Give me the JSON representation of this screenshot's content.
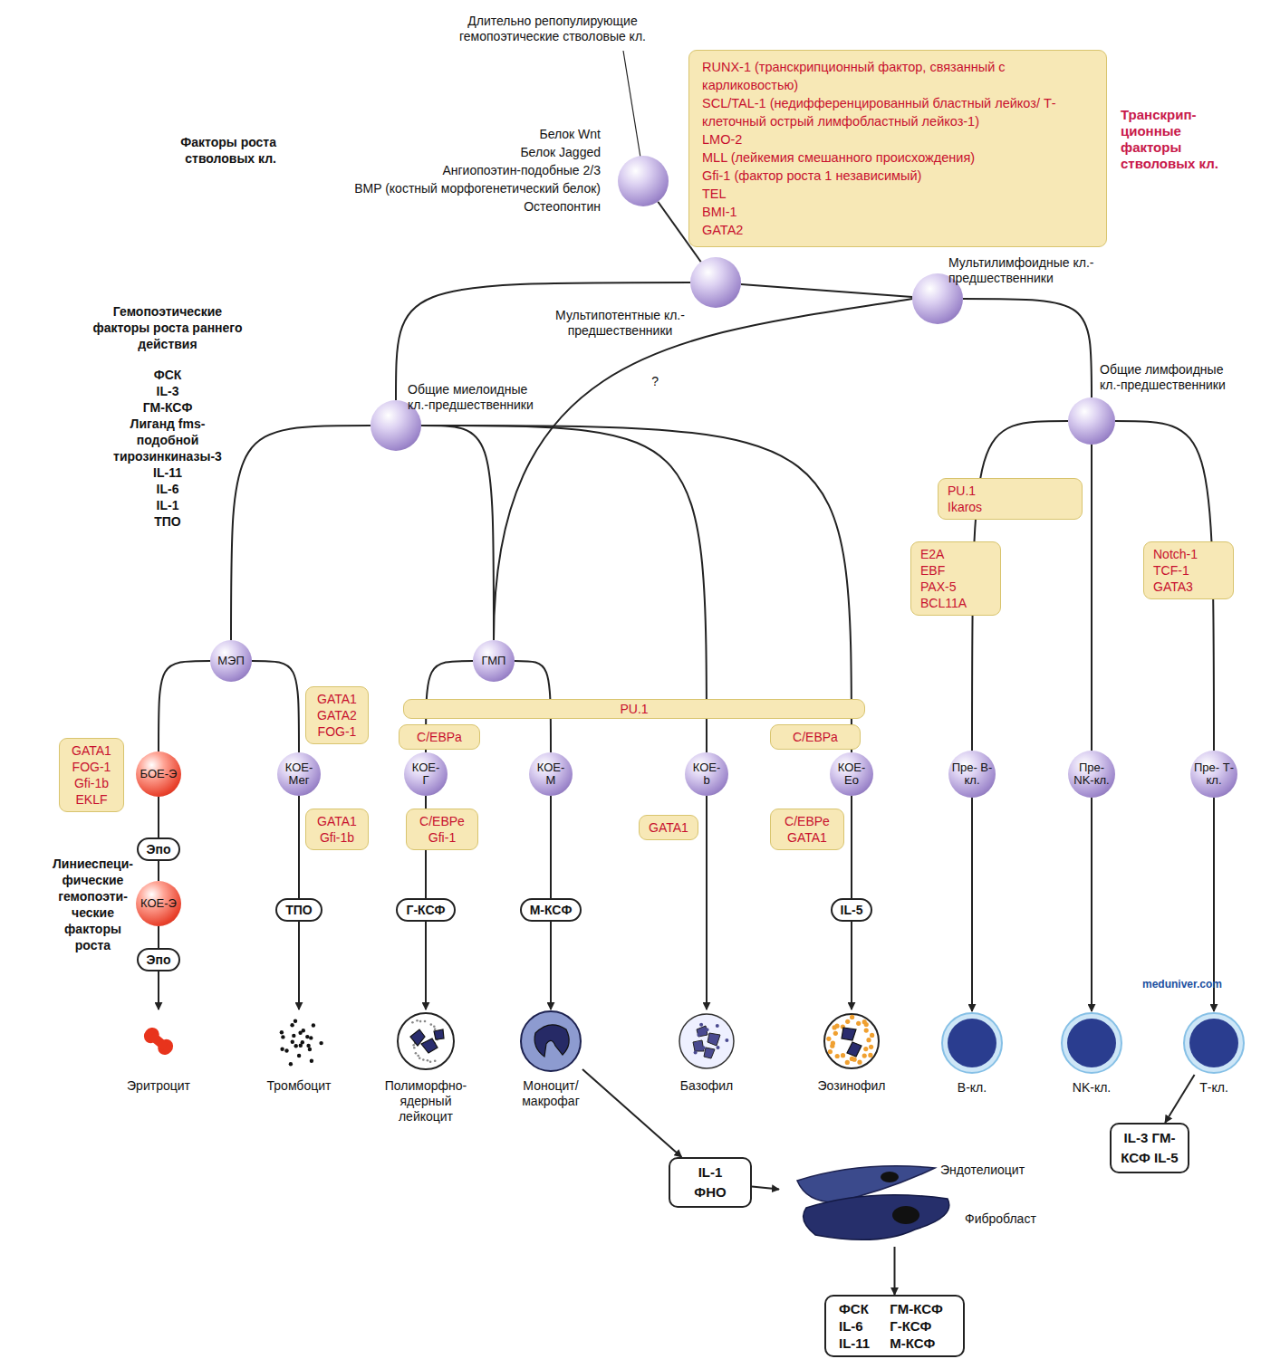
{
  "diagram": {
    "nodes": [
      {
        "text": [
          "Длительно репопулирующие гемопоэтические стволовые кл."
        ]
      },
      {
        "text": [
          "Транскрип- ционные факторы стволовых кл.",
          "RUNX-1 (транскрипционный фактор, связанный с карликовостью)",
          "SCL/TAL-1 (недифференцированный бластный лейкоз/ Т-клеточный острый лимфобластный лейкоз-1)",
          "LMO-2",
          "MLL (лейкемия смешанного происхождения)",
          "Gfi-1 (фактор роста 1 независимый)",
          "TEL",
          "BMI-1",
          "GATA2"
        ]
      },
      {
        "text": [
          "Мультипотентные кл.-предшественники"
        ]
      },
      {
        "text": [
          "Мультилимфоидные кл.-предшественники"
        ]
      },
      {
        "text": [
          "Общие миелоидные кл.-предшественники"
        ]
      },
      {
        "text": [
          "Общие лимфоидные кл.-предшественники"
        ]
      },
      {
        "text": [
          "МЭП"
        ]
      },
      {
        "text": [
          "ГМП"
        ]
      },
      {
        "text": [
          "БОЕ-Э"
        ]
      },
      {
        "text": [
          "GATA1 FOG-1 Gfi-1b EKLF"
        ]
      },
      {
        "text": [
          "Эпо"
        ]
      },
      {
        "text": [
          "КОЕ-Э"
        ]
      },
      {
        "text": [
          "Эпо"
        ]
      },
      {
        "text": [
          "Эритроцит"
        ]
      },
      {
        "text": [
          "КОЕ- Мег"
        ]
      },
      {
        "text": [
          "GATA1 GATA2 FOG-1"
        ]
      },
      {
        "text": [
          "GATA1 Gfi-1b"
        ]
      },
      {
        "text": [
          "ТПО"
        ]
      },
      {
        "text": [
          "Тромбоцит"
        ]
      },
      {
        "text": [
          "PU.1"
        ]
      },
      {
        "text": [
          "C/EBPa"
        ]
      },
      {
        "text": [
          "КОЕ- Г"
        ]
      },
      {
        "text": [
          "C/EBPe Gfi-1"
        ]
      },
      {
        "text": [
          "Г-КСФ"
        ]
      },
      {
        "text": [
          "Полиморфно- ядерный лейкоцит"
        ]
      },
      {
        "text": [
          "КОЕ- М"
        ]
      },
      {
        "text": [
          "М-КСФ"
        ]
      },
      {
        "text": [
          "Моноцит/ макрофаг"
        ]
      },
      {
        "text": [
          "КОЕ- b"
        ]
      },
      {
        "text": [
          "GATA1"
        ]
      },
      {
        "text": [
          "Базофил"
        ]
      },
      {
        "text": [
          "C/EBPa"
        ]
      },
      {
        "text": [
          "КОЕ- Eo"
        ]
      },
      {
        "text": [
          "C/EBPe GATA1"
        ]
      },
      {
        "text": [
          "IL-5"
        ]
      },
      {
        "text": [
          "Эозинофил"
        ]
      },
      {
        "text": [
          "PU.1 Ikaros"
        ]
      },
      {
        "text": [
          "E2A EBF PAX-5 BCL11A"
        ]
      },
      {
        "text": [
          "Notch-1 TCF-1 GATA3"
        ]
      },
      {
        "text": [
          "Пре- В-кл."
        ]
      },
      {
        "text": [
          "Пре- NK-кл."
        ]
      },
      {
        "text": [
          "Пре- Т-кл."
        ]
      },
      {
        "text": [
          "В-кл."
        ]
      },
      {
        "text": [
          "NK-кл."
        ]
      },
      {
        "text": [
          "Т-кл."
        ]
      },
      {
        "text": [
          "IL-3 ГМ-КСФ IL-5"
        ]
      },
      {
        "text": [
          "IL-1 ФНО"
        ]
      },
      {
        "text": [
          "Эндотелиоцит",
          "Фибробласт"
        ]
      },
      {
        "text": [
          "ФСК",
          "ГМ-КСФ",
          "IL-6",
          "Г-КСФ",
          "IL-11",
          "М-КСФ"
        ]
      }
    ],
    "edges": [
      {
        "from": 0,
        "to": 2,
        "arrow": "none"
      },
      {
        "from": 2,
        "to": 4,
        "arrow": "none"
      },
      {
        "from": 2,
        "to": 3,
        "arrow": "none"
      },
      {
        "from": 3,
        "to": 5,
        "arrow": "none"
      },
      {
        "from": 3,
        "to": 7,
        "label": "?",
        "arrow": "none"
      },
      {
        "from": 4,
        "to": 6,
        "arrow": "none"
      },
      {
        "from": 4,
        "to": 7,
        "arrow": "none"
      },
      {
        "from": 4,
        "to": 28,
        "arrow": "none"
      },
      {
        "from": 4,
        "to": 32,
        "arrow": "none"
      },
      {
        "from": 6,
        "to": 8,
        "arrow": "none"
      },
      {
        "from": 6,
        "to": 14,
        "arrow": "none"
      },
      {
        "from": 7,
        "to": 21,
        "arrow": "none"
      },
      {
        "from": 7,
        "to": 25,
        "arrow": "none"
      },
      {
        "from": 5,
        "to": 39,
        "arrow": "none"
      },
      {
        "from": 5,
        "to": 40,
        "arrow": "none"
      },
      {
        "from": 5,
        "to": 41,
        "arrow": "none"
      },
      {
        "from": 8,
        "to": 10,
        "arrow": "none"
      },
      {
        "from": 10,
        "to": 11,
        "arrow": "none"
      },
      {
        "from": 11,
        "to": 12,
        "arrow": "none"
      },
      {
        "from": 12,
        "to": 13,
        "arrow": "to"
      },
      {
        "from": 14,
        "to": 17,
        "arrow": "none"
      },
      {
        "from": 17,
        "to": 18,
        "arrow": "to"
      },
      {
        "from": 21,
        "to": 23,
        "arrow": "none"
      },
      {
        "from": 23,
        "to": 24,
        "arrow": "to"
      },
      {
        "from": 25,
        "to": 26,
        "arrow": "none"
      },
      {
        "from": 26,
        "to": 27,
        "arrow": "to"
      },
      {
        "from": 28,
        "to": 30,
        "arrow": "to"
      },
      {
        "from": 32,
        "to": 34,
        "arrow": "none"
      },
      {
        "from": 34,
        "to": 35,
        "arrow": "to"
      },
      {
        "from": 39,
        "to": 42,
        "arrow": "to"
      },
      {
        "from": 40,
        "to": 43,
        "arrow": "to"
      },
      {
        "from": 41,
        "to": 44,
        "arrow": "to"
      },
      {
        "from": 27,
        "to": 46,
        "arrow": "to"
      },
      {
        "from": 46,
        "to": 47,
        "arrow": "to"
      },
      {
        "from": 47,
        "to": 48,
        "arrow": "to"
      },
      {
        "from": 44,
        "to": 45,
        "arrow": "to"
      }
    ],
    "labels": [
      "Факторы роста стволовых кл.",
      "Белок Wnt",
      "Белок Jagged",
      "Ангиопоэтин-подобные 2/3",
      "BMP (костный морфогенетический белок)",
      "Остеопонтин",
      "Гемопоэтические факторы роста раннего действия",
      "ФСК",
      "IL-3",
      "ГМ-КСФ",
      "Лиганд fms-подобной тирозинкиназы-3",
      "IL-11",
      "IL-6",
      "IL-1",
      "ТПО",
      "Линиеспеци- фические гемопоэти- ческие факторы роста",
      "meduniver.com"
    ]
  }
}
